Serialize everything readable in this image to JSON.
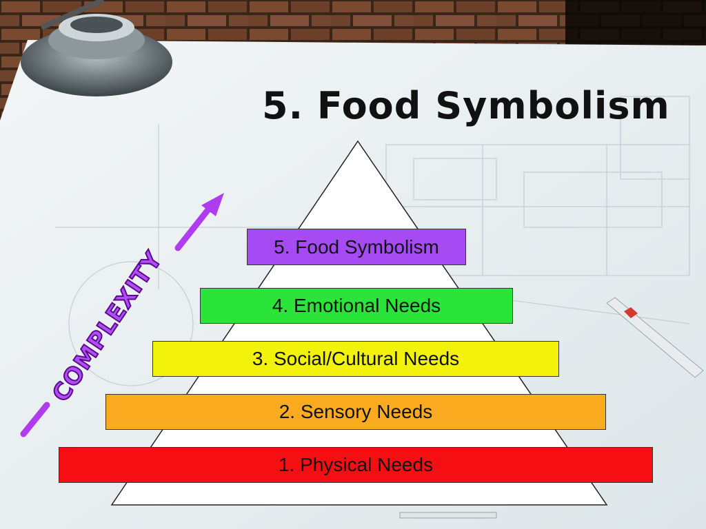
{
  "slide": {
    "title": "5. Food Symbolism",
    "complexity_label": "COMPLEXITY"
  },
  "pyramid": {
    "levels": [
      {
        "label": "5. Food Symbolism",
        "color": "#a64bf4"
      },
      {
        "label": "4. Emotional Needs",
        "color": "#2be43a"
      },
      {
        "label": "3. Social/Cultural Needs",
        "color": "#f2f20a"
      },
      {
        "label": "2. Sensory Needs",
        "color": "#fbab1f"
      },
      {
        "label": "1. Physical Needs",
        "color": "#f50f12"
      }
    ]
  },
  "colors": {
    "arrow": "#b03cf0",
    "pyramid_fill": "#ffffff",
    "paper": "#e8eef0"
  }
}
